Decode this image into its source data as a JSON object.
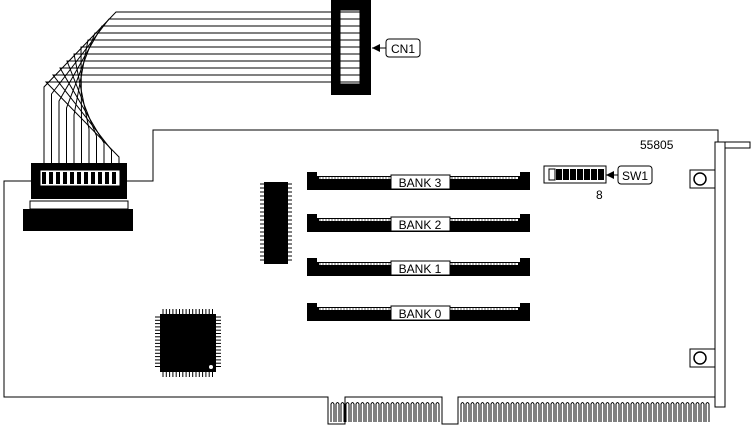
{
  "board": {
    "part_number": "55805",
    "connector_label": "CN1",
    "switch_label": "SW1",
    "switch_pin_label": "8",
    "banks": [
      "BANK 3",
      "BANK 2",
      "BANK 1",
      "BANK 0"
    ]
  },
  "colors": {
    "line": "#000000",
    "background": "#ffffff"
  }
}
